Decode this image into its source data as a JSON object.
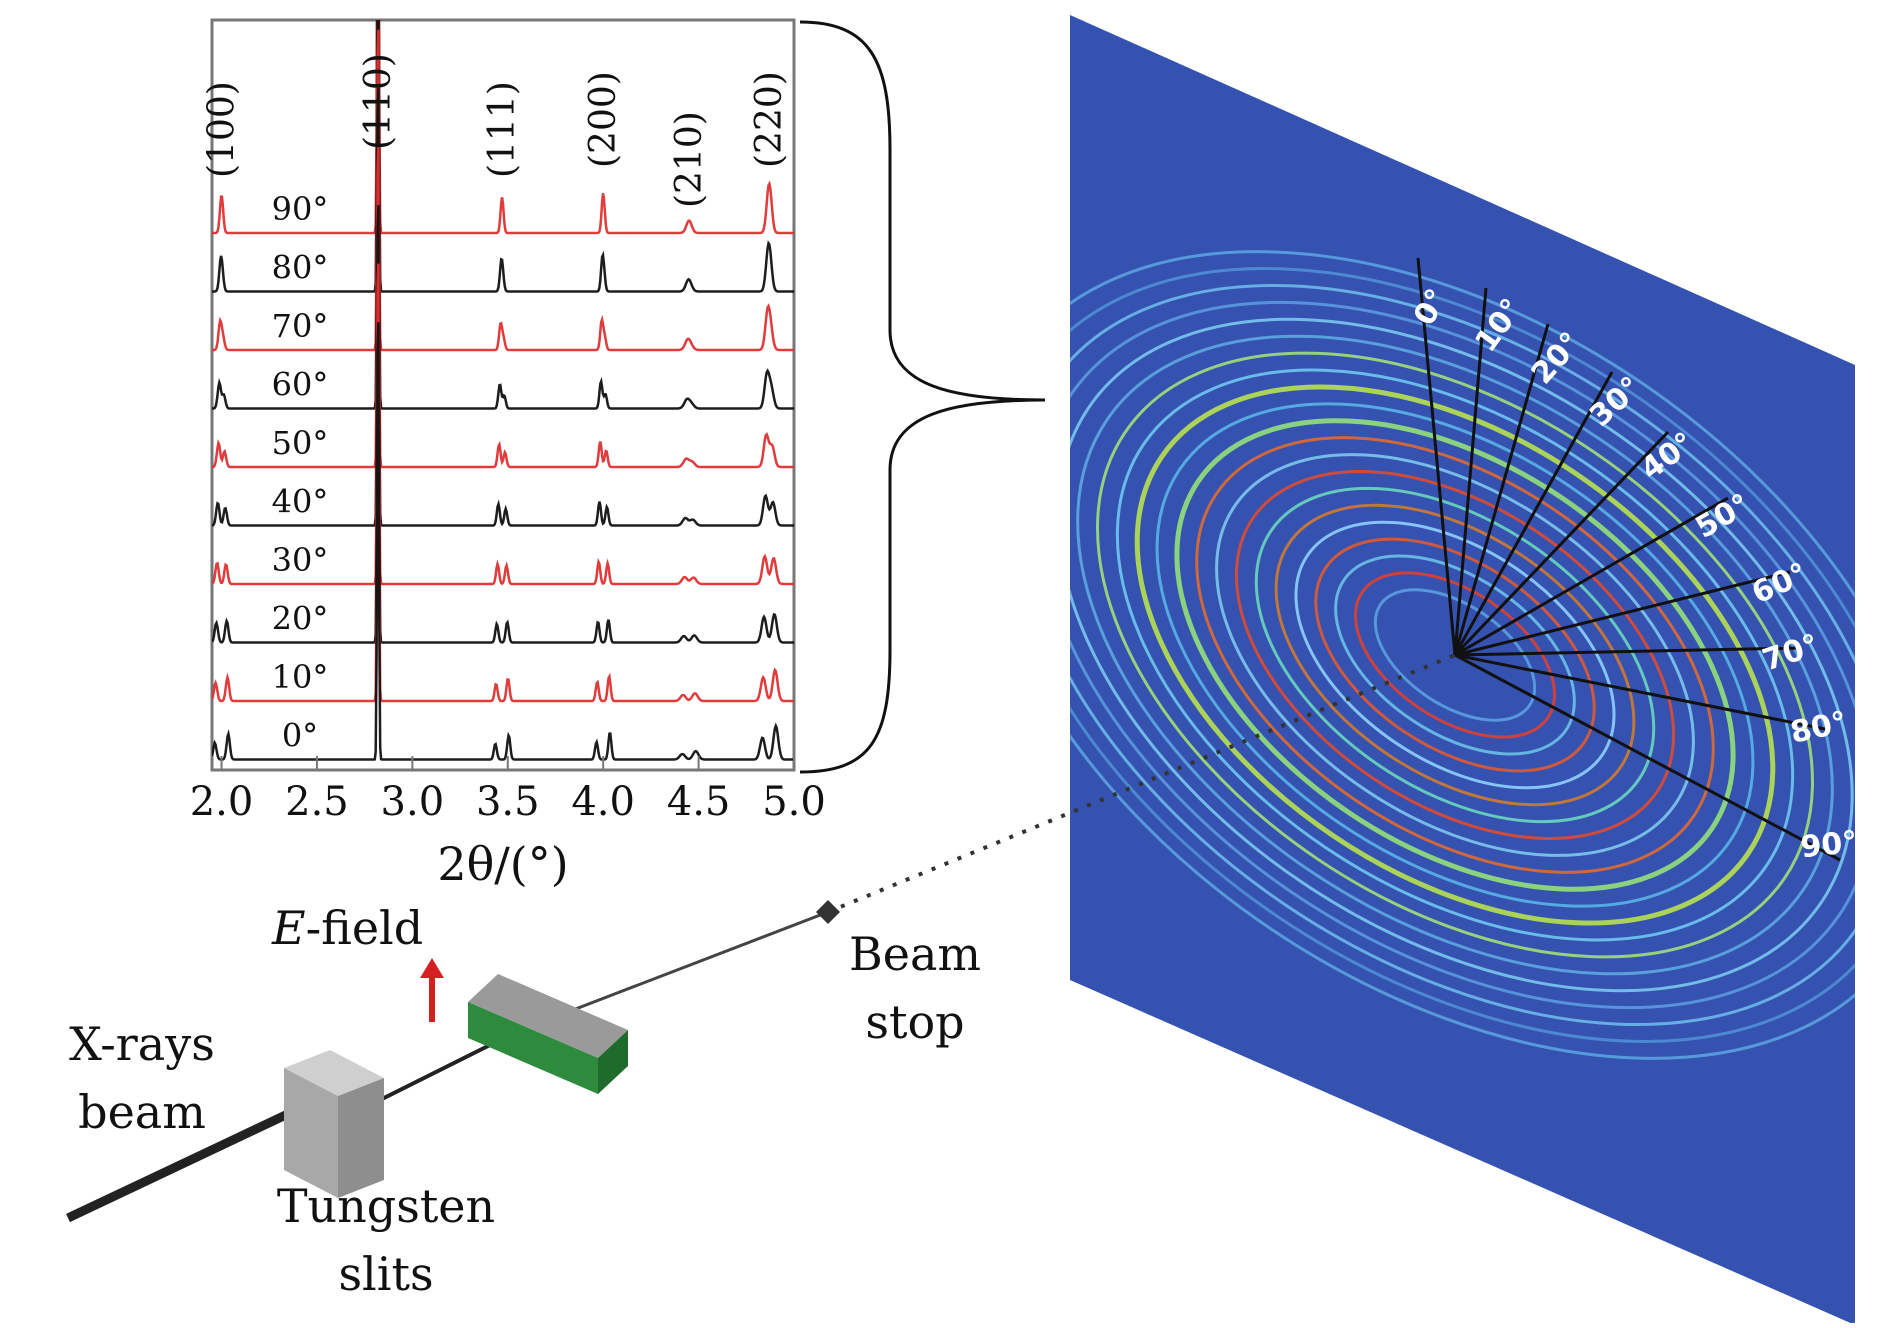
{
  "labels": {
    "xrays": "X-rays",
    "xrays2": "beam",
    "slits": "Tungsten",
    "slits2": "slits",
    "efield_e": "E",
    "efield_rest": "-field",
    "beamstop": "Beam",
    "beamstop2": "stop"
  },
  "detector_angles": [
    "0°",
    "10°",
    "20°",
    "30°",
    "40°",
    "50°",
    "60°",
    "70°",
    "80°",
    "90°"
  ],
  "colors": {
    "red_trace": "#e03030",
    "black_trace": "#111111",
    "detector_bg": "#3552b0",
    "sample_green": "#2e8b3e",
    "slit_gray": "#a0a0a0"
  },
  "chart_data": {
    "type": "line",
    "xlabel": "2θ/(°)",
    "xlim": [
      1.95,
      5.0
    ],
    "xticks": [
      2.0,
      2.5,
      3.0,
      3.5,
      4.0,
      4.5,
      5.0
    ],
    "xtick_labels": [
      "2.0",
      "2.5",
      "3.0",
      "3.5",
      "4.0",
      "4.5",
      "5.0"
    ],
    "peaks": [
      {
        "label": "(100)",
        "x": 2.0
      },
      {
        "label": "(110)",
        "x": 2.82
      },
      {
        "label": "(111)",
        "x": 3.47
      },
      {
        "label": "(200)",
        "x": 4.0
      },
      {
        "label": "(210)",
        "x": 4.45
      },
      {
        "label": "(220)",
        "x": 4.87
      }
    ],
    "series": [
      {
        "name": "90°",
        "color": "red"
      },
      {
        "name": "80°",
        "color": "black"
      },
      {
        "name": "70°",
        "color": "red"
      },
      {
        "name": "60°",
        "color": "black"
      },
      {
        "name": "50°",
        "color": "red"
      },
      {
        "name": "40°",
        "color": "black"
      },
      {
        "name": "30°",
        "color": "red"
      },
      {
        "name": "20°",
        "color": "black"
      },
      {
        "name": "10°",
        "color": "red"
      },
      {
        "name": "0°",
        "color": "black"
      }
    ]
  }
}
